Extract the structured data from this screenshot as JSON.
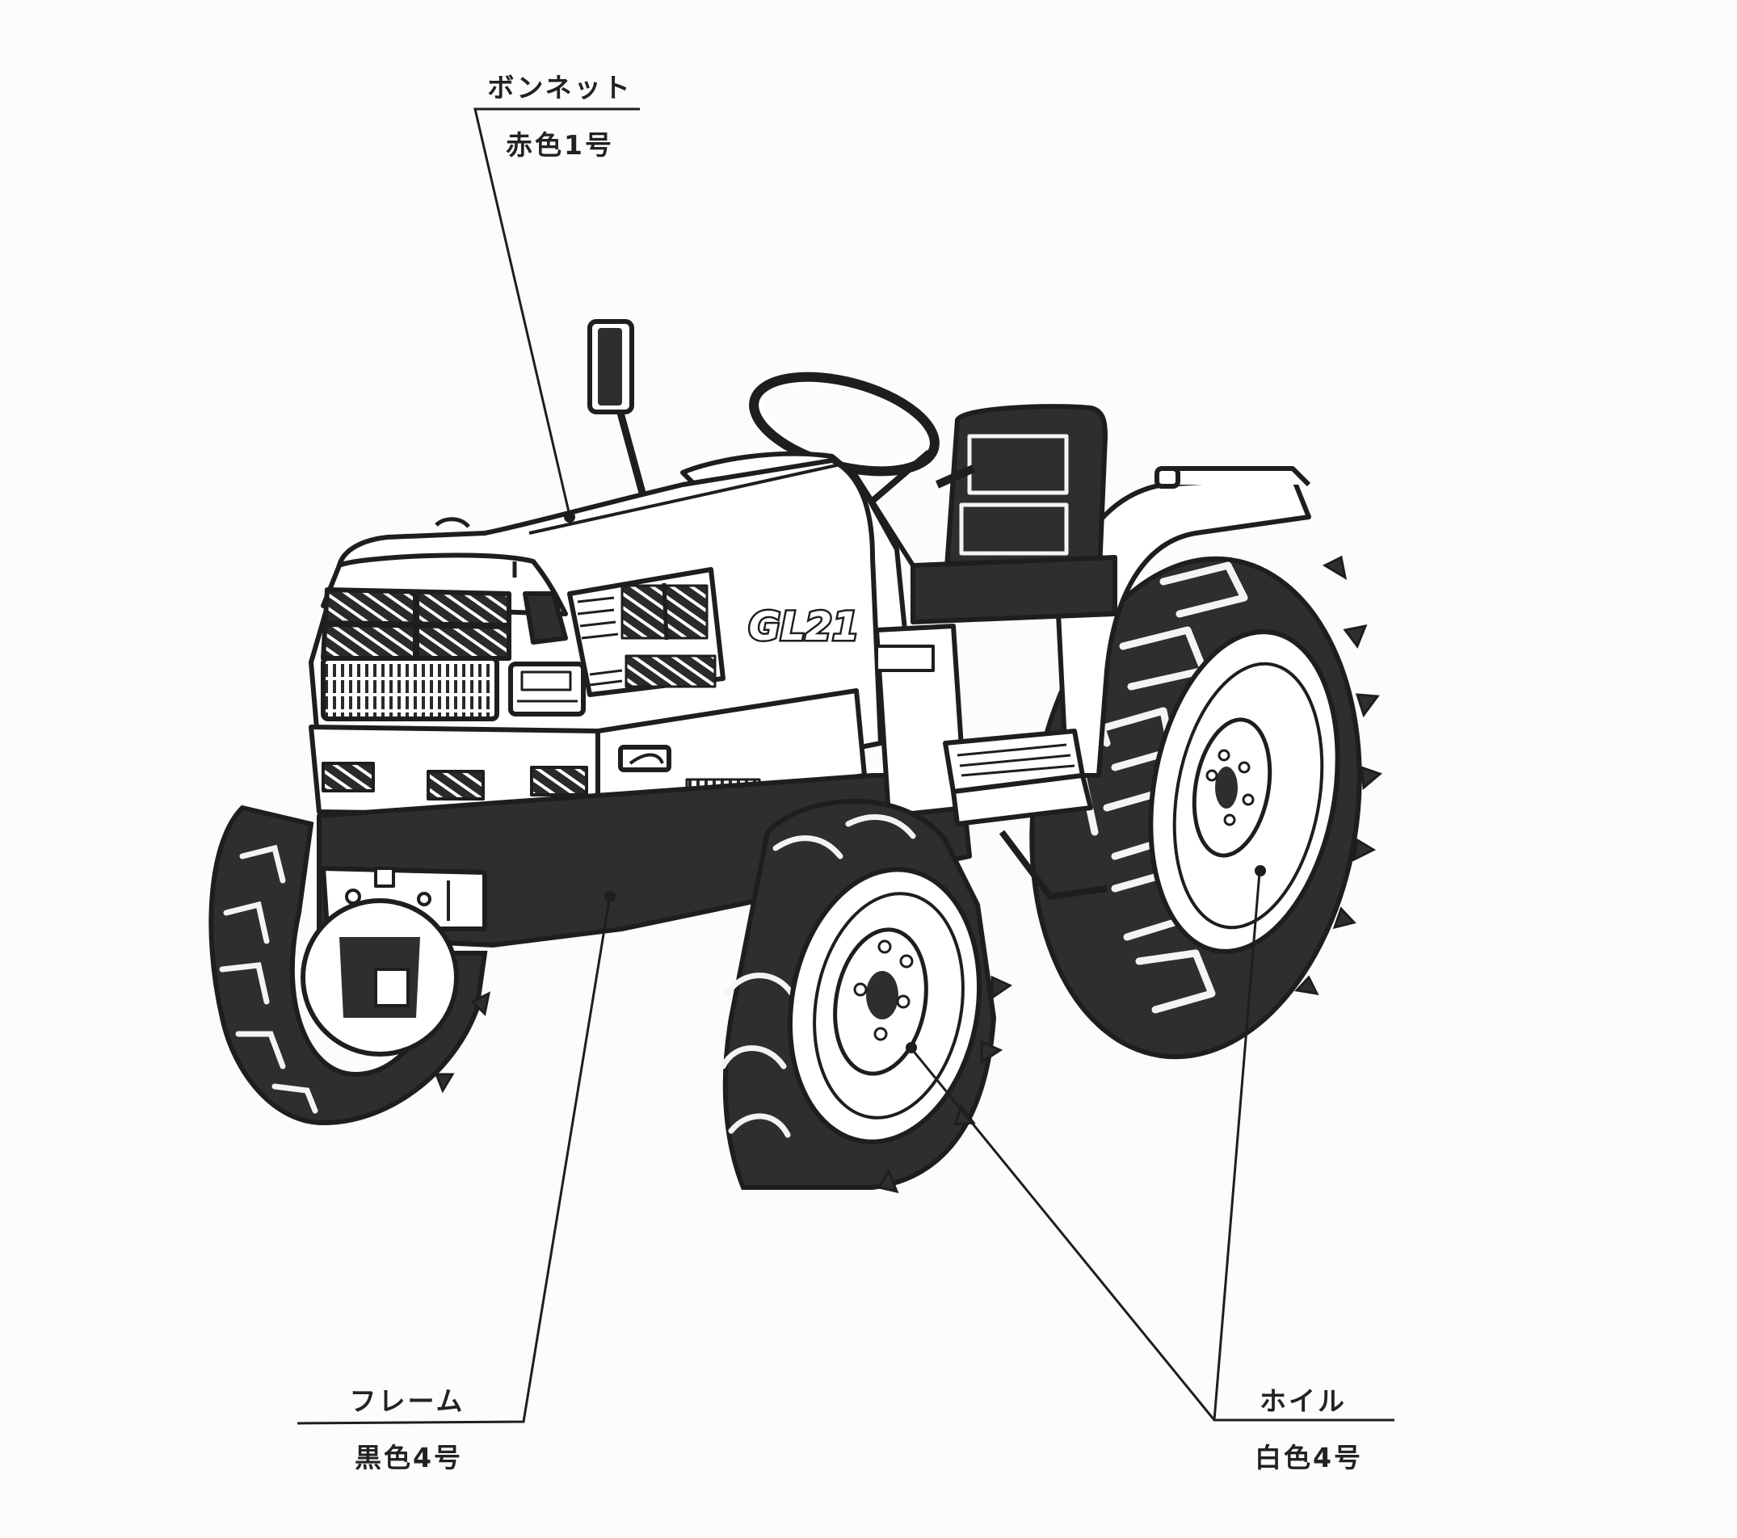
{
  "diagram": {
    "subject": "tractor",
    "model_badge": "GL21",
    "line_color": "#1e1e1e",
    "fill_dark": "#2e2e2e",
    "background": "#fcfcfc"
  },
  "callouts": [
    {
      "id": "bonnet",
      "part": "ボンネット",
      "color_spec": "赤色1号"
    },
    {
      "id": "frame",
      "part": "フレーム",
      "color_spec": "黒色4号"
    },
    {
      "id": "wheel",
      "part": "ホイル",
      "color_spec": "白色4号"
    }
  ]
}
